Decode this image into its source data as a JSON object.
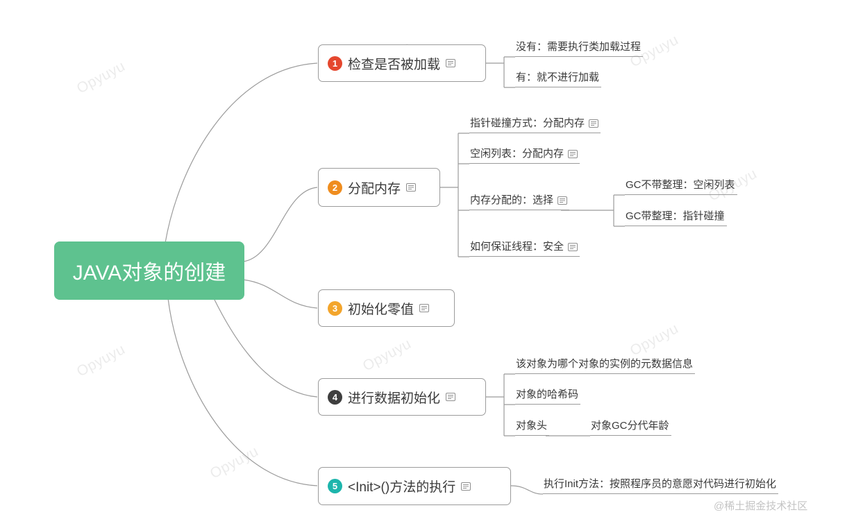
{
  "root": {
    "label": "JAVA对象的创建",
    "color": "#5ec28f"
  },
  "branches": [
    {
      "num": "1",
      "label": "检查是否被加载",
      "badge_color": "#e5472e",
      "has_note": true,
      "children": [
        {
          "label": "没有：需要执行类加载过程"
        },
        {
          "label": "有：就不进行加载"
        }
      ]
    },
    {
      "num": "2",
      "label": "分配内存",
      "badge_color": "#ef8d1f",
      "has_note": true,
      "children": [
        {
          "label": "指针碰撞方式：分配内存",
          "has_note": true
        },
        {
          "label": "空闲列表：分配内存",
          "has_note": true
        },
        {
          "label": "内存分配的：选择",
          "has_note": true,
          "children": [
            {
              "label": "GC不带整理：空闲列表"
            },
            {
              "label": "GC带整理：指针碰撞"
            }
          ]
        },
        {
          "label": "如何保证线程：安全",
          "has_note": true
        }
      ]
    },
    {
      "num": "3",
      "label": "初始化零值",
      "badge_color": "#f3a52c",
      "has_note": true,
      "children": []
    },
    {
      "num": "4",
      "label": "进行数据初始化",
      "badge_color": "#3f3f3f",
      "has_note": true,
      "children": [
        {
          "label": "该对象为哪个对象的实例的元数据信息"
        },
        {
          "label": "对象的哈希码"
        },
        {
          "label": "对象头",
          "children": [
            {
              "label": "对象GC分代年龄"
            }
          ]
        }
      ]
    },
    {
      "num": "5",
      "label": "<Init>()方法的执行",
      "badge_color": "#1db5ac",
      "has_note": true,
      "children": [
        {
          "label": "执行Init方法：按照程序员的意愿对代码进行初始化"
        }
      ]
    }
  ],
  "icons": {
    "note": "document-with-lines"
  },
  "line_color": "#9b9b9b",
  "watermark": {
    "text": "Opyuyu",
    "credit": "@稀土掘金技术社区"
  }
}
